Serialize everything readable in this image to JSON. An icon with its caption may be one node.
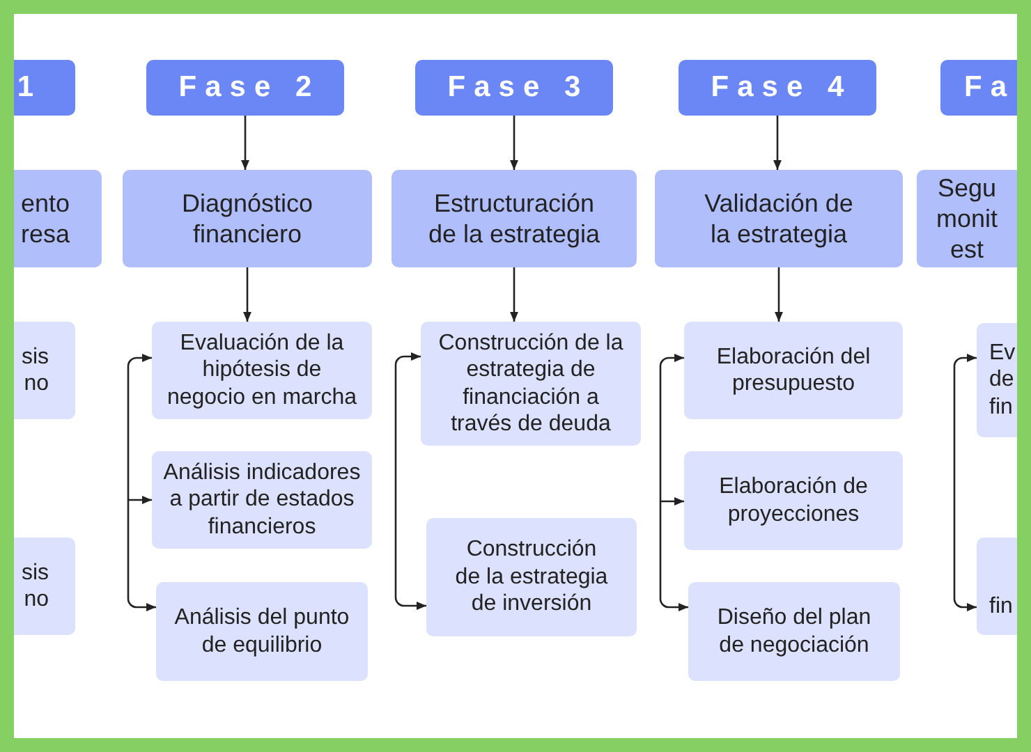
{
  "diagram": {
    "nodes": [
      {
        "text": [
          "1"
        ]
      },
      {
        "text": [
          "ento resa"
        ]
      },
      {
        "text": [
          "sis no"
        ]
      },
      {
        "text": [
          "sis no"
        ]
      },
      {
        "text": [
          "Fase 2"
        ]
      },
      {
        "text": [
          "Diagnóstico financiero"
        ]
      },
      {
        "text": [
          "Evaluación de la hipótesis de negocio en marcha"
        ]
      },
      {
        "text": [
          "Análisis indicadores a partir de estados financieros"
        ]
      },
      {
        "text": [
          "Análisis del punto de equilibrio"
        ]
      },
      {
        "text": [
          "Fase 3"
        ]
      },
      {
        "text": [
          "Estructuración de la estrategia"
        ]
      },
      {
        "text": [
          "Construcción de la estrategia de financiación a través de deuda"
        ]
      },
      {
        "text": [
          "Construcción de la estrategia de inversión"
        ]
      },
      {
        "text": [
          "Fase 4"
        ]
      },
      {
        "text": [
          "Validación de la estrategia"
        ]
      },
      {
        "text": [
          "Elaboración del presupuesto"
        ]
      },
      {
        "text": [
          "Elaboración de proyecciones"
        ]
      },
      {
        "text": [
          "Diseño del plan de negociación"
        ]
      },
      {
        "text": [
          "Fa"
        ]
      },
      {
        "text": [
          "Segu monit est"
        ]
      },
      {
        "text": [
          "Ev de fin"
        ]
      },
      {
        "text": [
          "fin"
        ]
      }
    ],
    "edges": [
      {
        "from": 4,
        "to": 5,
        "arrow": "to"
      },
      {
        "from": 5,
        "to": 6,
        "arrow": "to"
      },
      {
        "from": 6,
        "to": 8,
        "arrow": "both"
      },
      {
        "from": null,
        "to": 7,
        "arrow": "to"
      },
      {
        "from": 9,
        "to": 10,
        "arrow": "to"
      },
      {
        "from": 10,
        "to": 11,
        "arrow": "to"
      },
      {
        "from": 11,
        "to": 12,
        "arrow": "both"
      },
      {
        "from": 13,
        "to": 14,
        "arrow": "to"
      },
      {
        "from": 14,
        "to": 15,
        "arrow": "to"
      },
      {
        "from": 15,
        "to": 17,
        "arrow": "both"
      },
      {
        "from": null,
        "to": 16,
        "arrow": "to"
      },
      {
        "from": 20,
        "to": 21,
        "arrow": "both"
      }
    ]
  }
}
